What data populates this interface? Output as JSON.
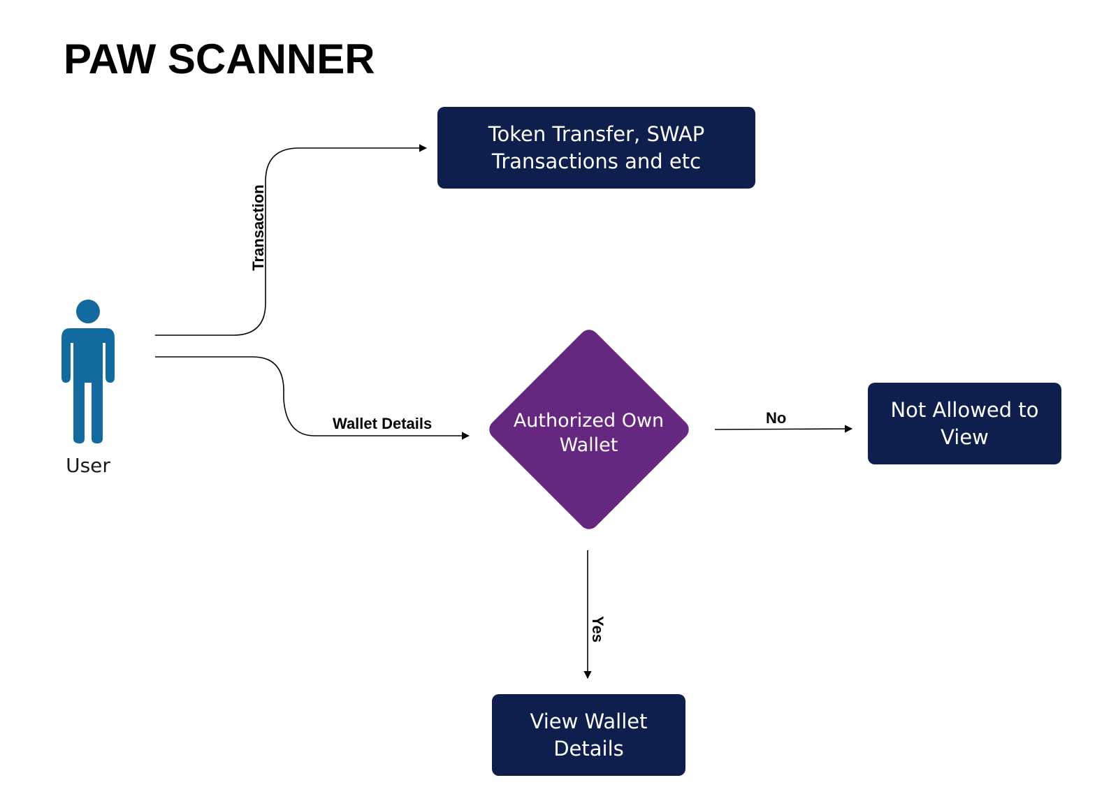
{
  "title": "PAW SCANNER",
  "colors": {
    "process_box": "#0e1f4d",
    "decision": "#65277f",
    "actor": "#126a9f",
    "edge": "#000000",
    "box_text": "#ffffff"
  },
  "actor": {
    "label": "User",
    "icon": "person-icon"
  },
  "nodes": {
    "token_transfer": {
      "label": "Token Transfer, SWAP\nTransactions and etc",
      "shape": "rounded-rect"
    },
    "authorized": {
      "label": "Authorized Own\nWallet",
      "shape": "diamond"
    },
    "not_allowed": {
      "label": "Not Allowed to\nView",
      "shape": "rounded-rect"
    },
    "view_wallet": {
      "label": "View Wallet\nDetails",
      "shape": "rounded-rect"
    }
  },
  "edges": [
    {
      "from": "User",
      "to": "Token Transfer, SWAP Transactions and etc",
      "label": "Transaction"
    },
    {
      "from": "User",
      "to": "Authorized Own Wallet",
      "label": "Wallet Details"
    },
    {
      "from": "Authorized Own Wallet",
      "to": "Not Allowed to View",
      "label": "No"
    },
    {
      "from": "Authorized Own Wallet",
      "to": "View Wallet Details",
      "label": "Yes"
    }
  ],
  "edge_labels": {
    "transaction": "Transaction",
    "wallet_details": "Wallet Details",
    "no": "No",
    "yes": "Yes"
  }
}
